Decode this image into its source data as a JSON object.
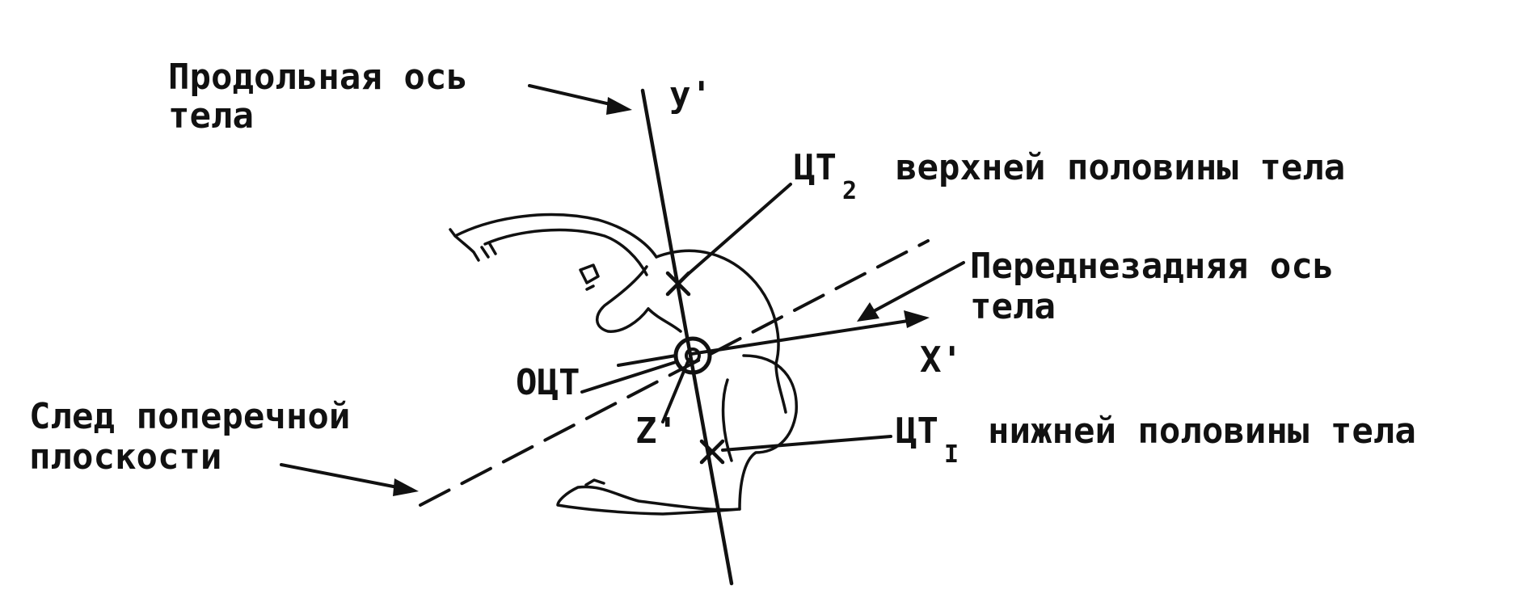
{
  "labels": {
    "longitudinal_axis_line1": "Продольная ось",
    "longitudinal_axis_line2": "тела",
    "ct2_main": "ЦТ",
    "ct2_sub": "2",
    "ct2_text": "верхней половины тела",
    "ap_axis_line1": "Переднезадняя ось",
    "ap_axis_line2": "тела",
    "total_cog": "ОЦТ",
    "transverse_trace_line1": "След поперечной",
    "transverse_trace_line2": "плоскости",
    "ct1_main": "ЦТ",
    "ct1_sub": "I",
    "ct1_text": "нижней половины тела"
  },
  "axes": {
    "y": "y'",
    "x": "X'",
    "z": "Z'"
  }
}
